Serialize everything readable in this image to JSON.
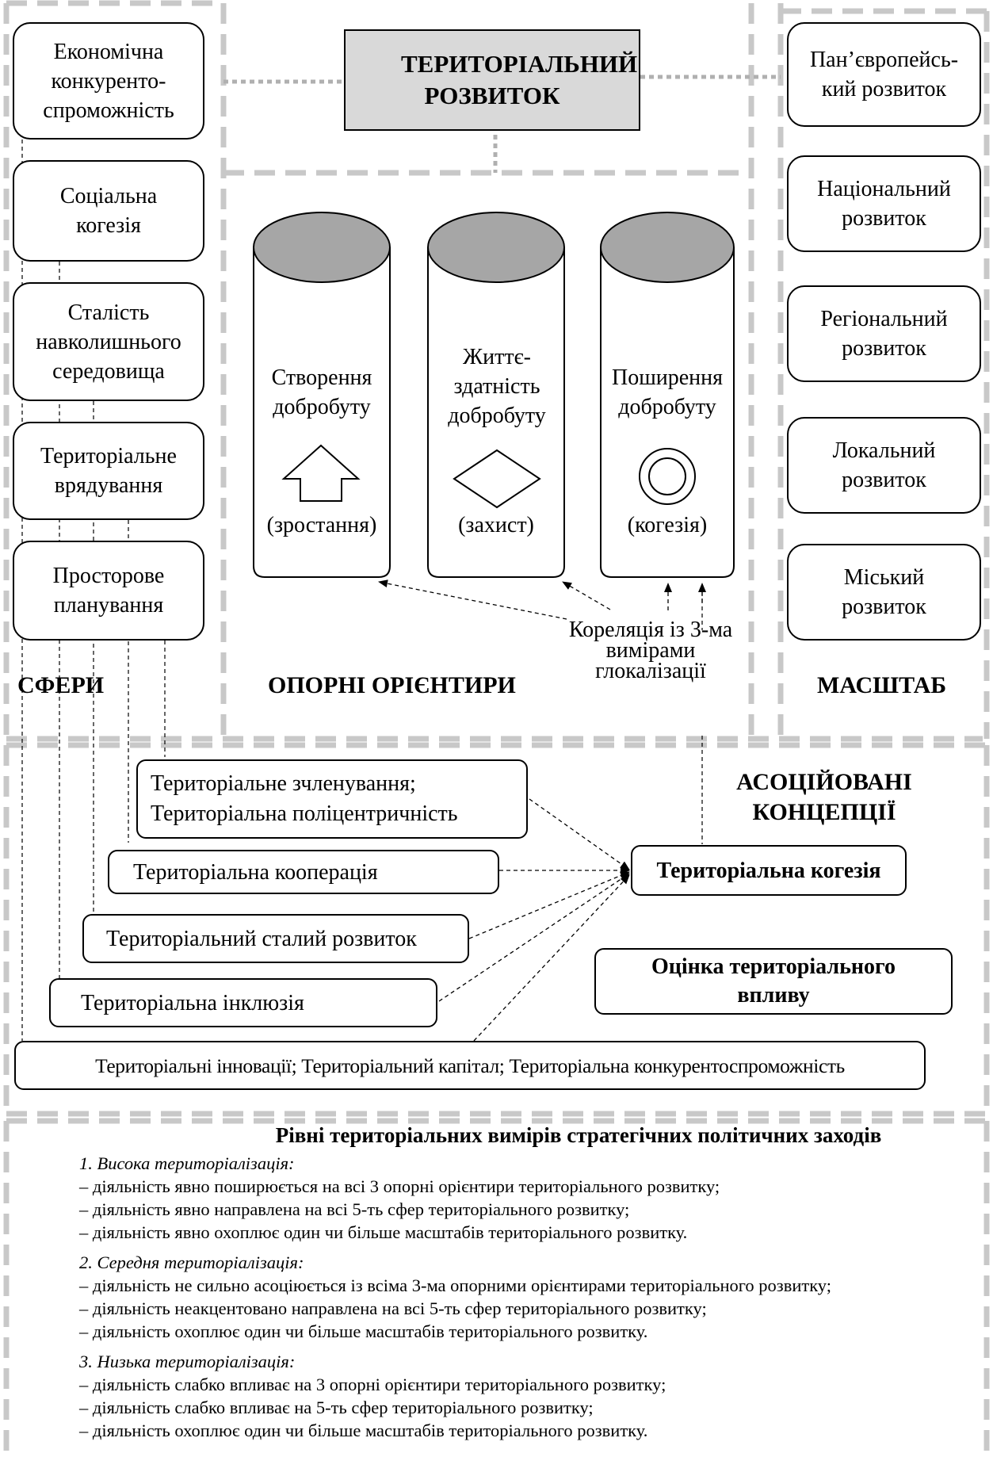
{
  "title": "ТЕРИТОРІАЛЬНИЙ РОЗВИТОК",
  "spheres": {
    "label": "СФЕРИ",
    "items": [
      "Економічна конкуренто-спроможність",
      "Соціальна когезія",
      "Сталість навколишнього середовища",
      "Територіальне врядування",
      "Просторове планування"
    ]
  },
  "pillars": {
    "label": "ОПОРНІ ОРІЄНТИРИ",
    "items": [
      {
        "name": "Створення добробуту",
        "sub": "(зростання)",
        "icon": "arrow-up-icon"
      },
      {
        "name": "Життє-здатність добробуту",
        "sub": "(захист)",
        "icon": "diamond-icon"
      },
      {
        "name": "Поширення добробуту",
        "sub": "(когезія)",
        "icon": "double-circle-icon"
      }
    ],
    "correlation": "Кореляція із 3-ма вимірами глокалізації"
  },
  "scale": {
    "label": "МАСШТАБ",
    "items": [
      "Пан’європейсь-кий розвиток",
      "Національний розвиток",
      "Регіональний розвиток",
      "Локальний розвиток",
      "Міський розвиток"
    ]
  },
  "concepts": {
    "label": "АСОЦІЙОВАНІ КОНЦЕПЦІЇ",
    "items": [
      "Територіальне зчленування; Територіальна поліцентричність",
      "Територіальна кооперація",
      "Територіальний сталий розвиток",
      "Територіальна інклюзія",
      "Територіальні інновації; Територіальний капітал; Територіальна конкурентоспроможність"
    ],
    "cohesion": "Територіальна когезія",
    "assessment": "Оцінка територіального впливу"
  },
  "levels": {
    "heading": "Рівні територіальних вимірів стратегічних політичних заходів",
    "groups": [
      {
        "title": "1. Висока територіалізація:",
        "lines": [
          "– діяльність явно поширюється на всі 3 опорні орієнтири територіального розвитку;",
          "– діяльність явно направлена на всі 5-ть сфер територіального розвитку;",
          "– діяльність явно охоплює один чи більше масштабів територіального розвитку."
        ]
      },
      {
        "title": "2. Середня територіалізація:",
        "lines": [
          "– діяльність не сильно асоціюється із  всіма 3-ма опорними орієнтирами територіального розвитку;",
          "– діяльність неакцентовано направлена на всі 5-ть сфер територіального розвитку;",
          "– діяльність охоплює один чи більше масштабів територіального розвитку."
        ]
      },
      {
        "title": "3. Низька територіалізація:",
        "lines": [
          "– діяльність слабко впливає на 3 опорні орієнтири територіального розвитку;",
          "– діяльність слабко впливає на 5-ть сфер територіального розвитку;",
          "– діяльність охоплює один чи більше масштабів територіального розвитку."
        ]
      }
    ]
  },
  "colors": {
    "frame": "#c8c8c8",
    "title_fill": "#d9d9d9",
    "cylinder_top": "#a6a6a6"
  }
}
